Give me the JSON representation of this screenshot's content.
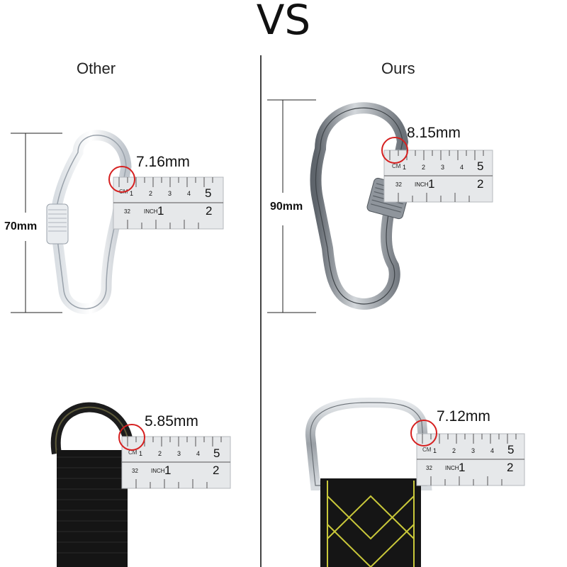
{
  "header": {
    "title": "VS"
  },
  "columns": {
    "left": {
      "label": "Other"
    },
    "right": {
      "label": "Ours"
    }
  },
  "left": {
    "carabiner": {
      "thickness": "7.16mm",
      "length": "70mm"
    },
    "dring": {
      "thickness": "5.85mm"
    }
  },
  "right": {
    "carabiner": {
      "thickness": "8.15mm",
      "length": "90mm"
    },
    "dring": {
      "thickness": "7.12mm"
    }
  },
  "ruler": {
    "cm_unit": "CM",
    "inch_unit": "INCH",
    "fraction": "32",
    "cm_ticks": [
      "1",
      "2",
      "3",
      "4",
      "5"
    ],
    "inch_ticks": [
      "1",
      "2"
    ]
  },
  "colors": {
    "highlight_circle": "#d62020",
    "steel": "#8a8f96",
    "webbing": "#151515",
    "webbing_stitch": "#c9c83a"
  }
}
